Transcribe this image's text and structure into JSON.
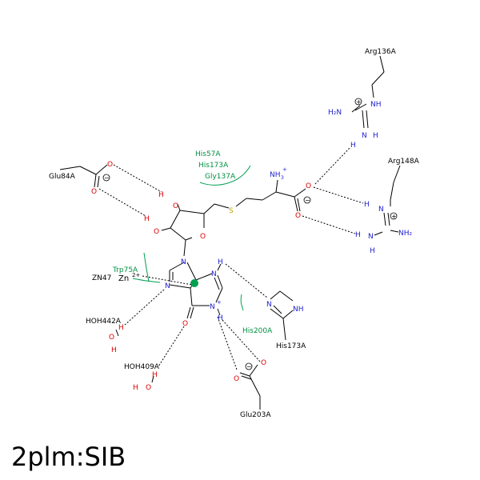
{
  "title": "2plm:SIB",
  "residues": {
    "arg136": "Arg136A",
    "arg148": "Arg148A",
    "glu84": "Glu84A",
    "glu203": "Glu203A",
    "his173": "His173A",
    "zn47": "ZN47",
    "hoh442": "HOH442A",
    "hoh409": "HOH409A"
  },
  "hydrophobic_labels": {
    "his57": "His57A",
    "his173": "His173A",
    "gly137": "Gly137A",
    "trp75": "Trp75A",
    "his200": "His200A"
  },
  "atoms": {
    "o": "O",
    "n": "N",
    "h": "H",
    "s": "S",
    "nh": "NH",
    "nh3": "NH",
    "h2n": "H₂N",
    "nh2": "NH₂",
    "zn": "Zn",
    "three": "3",
    "plus": "+",
    "twoplus": "2+",
    "minus": "−"
  },
  "colors": {
    "oxygen": "#e00000",
    "nitrogen": "#2020d0",
    "sulfur": "#c0a000",
    "hydrophobic": "#00a050",
    "carbon": "#000000"
  }
}
